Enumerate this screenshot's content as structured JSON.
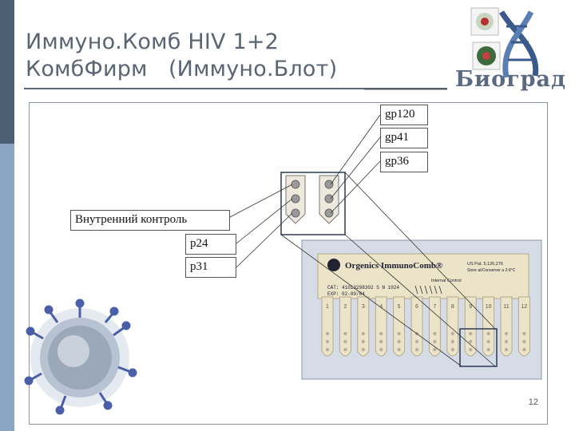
{
  "slide": {
    "title_line1": "Иммуно.Комб HIV 1+2",
    "title_line2": "КомбФирм   (Иммуно.Блот)",
    "logo_text": "Биоград",
    "page_number": "12"
  },
  "labels": {
    "gp120": "gp120",
    "gp41": "gp41",
    "gp36": "gp36",
    "internal_control": "Внутренний контроль",
    "p24": "p24",
    "p31": "p31"
  },
  "card": {
    "brand": "Orgenics ImmunoComb®",
    "patent": "US Pat. 5,126,276",
    "storage": "Store at/Conserver a 2-8°C",
    "cat": "CAT: 41013298302   S  N   1024",
    "exp": "EXP: 02-09/04",
    "internal_control": "Internal Control",
    "tooth_numbers": [
      "1",
      "2",
      "3",
      "4",
      "5",
      "6",
      "7",
      "8",
      "9",
      "10",
      "11",
      "12"
    ]
  },
  "colors": {
    "title": "#5a6472",
    "sidebar_dark": "#4c5f73",
    "sidebar_light": "#8aa6c2",
    "card_panel": "#d6dce6",
    "card": "#ece4c8"
  }
}
